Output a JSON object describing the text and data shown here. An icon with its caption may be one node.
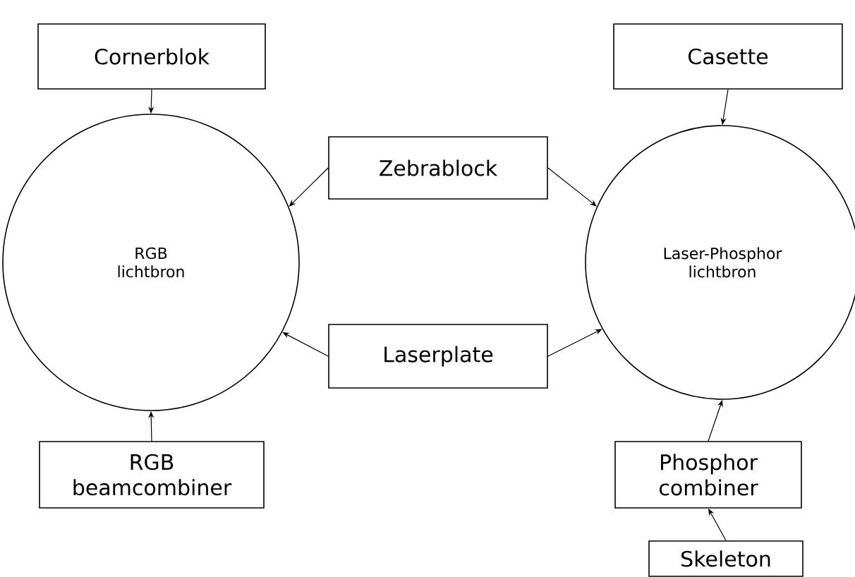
{
  "diagram": {
    "nodes": [
      {
        "text": [
          "Cornerblok"
        ]
      },
      {
        "text": [
          "Casette"
        ]
      },
      {
        "text": [
          "RGB lichtbron"
        ]
      },
      {
        "text": [
          "Zebrablock"
        ]
      },
      {
        "text": [
          "Laser-Phosphor lichtbron"
        ]
      },
      {
        "text": [
          "Laserplate"
        ]
      },
      {
        "text": [
          "RGB beamcombiner"
        ]
      },
      {
        "text": [
          "Phosphor combiner"
        ]
      },
      {
        "text": [
          "Skeleton"
        ]
      }
    ],
    "edges": [
      {
        "from": 0,
        "to": 2,
        "arrow": "to"
      },
      {
        "from": 1,
        "to": 4,
        "arrow": "to"
      },
      {
        "from": 3,
        "to": 2,
        "arrow": "to"
      },
      {
        "from": 3,
        "to": 4,
        "arrow": "to"
      },
      {
        "from": 5,
        "to": 2,
        "arrow": "to"
      },
      {
        "from": 5,
        "to": 4,
        "arrow": "to"
      },
      {
        "from": 6,
        "to": 2,
        "arrow": "to"
      },
      {
        "from": 7,
        "to": 4,
        "arrow": "to"
      },
      {
        "from": 8,
        "to": 7,
        "arrow": "to"
      }
    ]
  }
}
